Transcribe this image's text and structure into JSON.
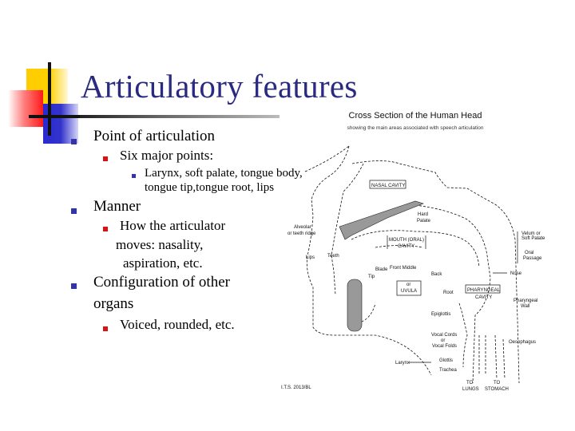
{
  "slide": {
    "title": "Articulatory features",
    "bullets": [
      {
        "text": "Point of articulation",
        "children": [
          {
            "text": "Six major points:",
            "children": [
              {
                "text_line1": "Larynx, soft palate, tongue body,",
                "text_line2": "tongue tip,tongue root, lips"
              }
            ]
          }
        ]
      },
      {
        "text": "Manner",
        "children": [
          {
            "text_line1": "How the articulator",
            "text_line2": "moves: nasality,",
            "text_line3": "aspiration, etc."
          }
        ]
      },
      {
        "text_line1": "Configuration of other",
        "text_line2": "organs",
        "children": [
          {
            "text": "Voiced, rounded, etc."
          }
        ]
      }
    ]
  },
  "figure": {
    "title": "Cross Section of the Human Head",
    "subtitle": "showing the main areas associated with speech articulation",
    "labels": {
      "nasal_cavity": "NASAL CAVITY",
      "hard_palate_1": "Hard",
      "hard_palate_2": "Palate",
      "alveolar_1": "Alveolar",
      "alveolar_2": "or teeth ridge",
      "oral_cavity_1": "MOUTH (ORAL)",
      "oral_cavity_2": "CAVITY",
      "lips": "Lips",
      "teeth": "Teeth",
      "blade": "Blade",
      "front_middle": "Front Middle",
      "tip": "Tip",
      "back": "Back",
      "uvula_1": "or",
      "uvula_2": "UVULA",
      "root": "Root",
      "velum_1": "Velum or",
      "velum_2": "Soft Palate",
      "oral_passage_1": "Oral",
      "oral_passage_2": "Passage",
      "nose": "Nose",
      "pharyngeal_1": "PHARYNGEAL",
      "pharyngeal_2": "CAVITY",
      "pharyngeal_wall_1": "Pharyngeal",
      "pharyngeal_wall_2": "Wall",
      "epiglottis": "Epiglottis",
      "vocal_1": "Vocal Cords",
      "vocal_2": "or",
      "vocal_3": "Vocal Folds",
      "larynx": "Larynx",
      "glottis": "Glottis",
      "trachea": "Trachea",
      "oesophagus": "Oesophagus",
      "to_lungs_1": "TO",
      "to_lungs_2": "LUNGS",
      "to_stomach_1": "TO",
      "to_stomach_2": "STOMACH",
      "credit": "I.T.S. 2013/BL"
    }
  }
}
